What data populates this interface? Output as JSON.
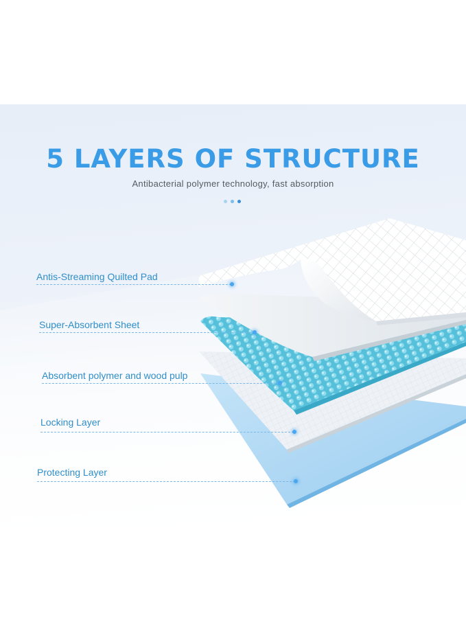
{
  "header": {
    "title": "5 LAYERS OF STRUCTURE",
    "subtitle": "Antibacterial polymer technology, fast absorption"
  },
  "indicator_dots": {
    "count": 3,
    "active_index": 2
  },
  "layers": [
    {
      "label": "Antis-Streaming Quilted Pad"
    },
    {
      "label": "Super-Absorbent Sheet"
    },
    {
      "label": "Absorbent polymer and wood pulp"
    },
    {
      "label": "Locking Layer"
    },
    {
      "label": "Protecting Layer"
    }
  ],
  "colors": {
    "title": "#3a9be6",
    "label": "#2f8ec9",
    "subtitle": "#555a60",
    "polymer": "#5cc3dc",
    "protecting": "#a9d6f3"
  }
}
